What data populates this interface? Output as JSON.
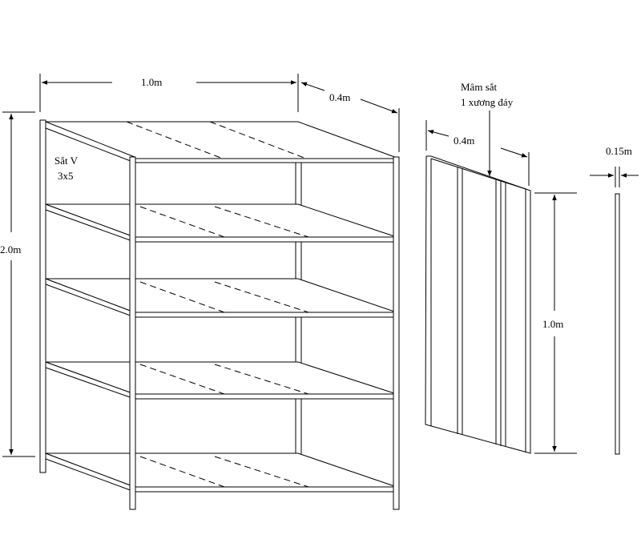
{
  "shelf_unit": {
    "width_label": "1.0m",
    "depth_label": "0.4m",
    "height_label": "2.0m",
    "material_label_line1": "Sắt V",
    "material_label_line2": "3x5"
  },
  "tray_panel": {
    "title_line1": "Mâm sắt",
    "title_line2": "1 xương đáy",
    "width_label": "0.4m",
    "height_label": "1.0m"
  },
  "side_profile": {
    "thickness_label": "0.15m"
  }
}
